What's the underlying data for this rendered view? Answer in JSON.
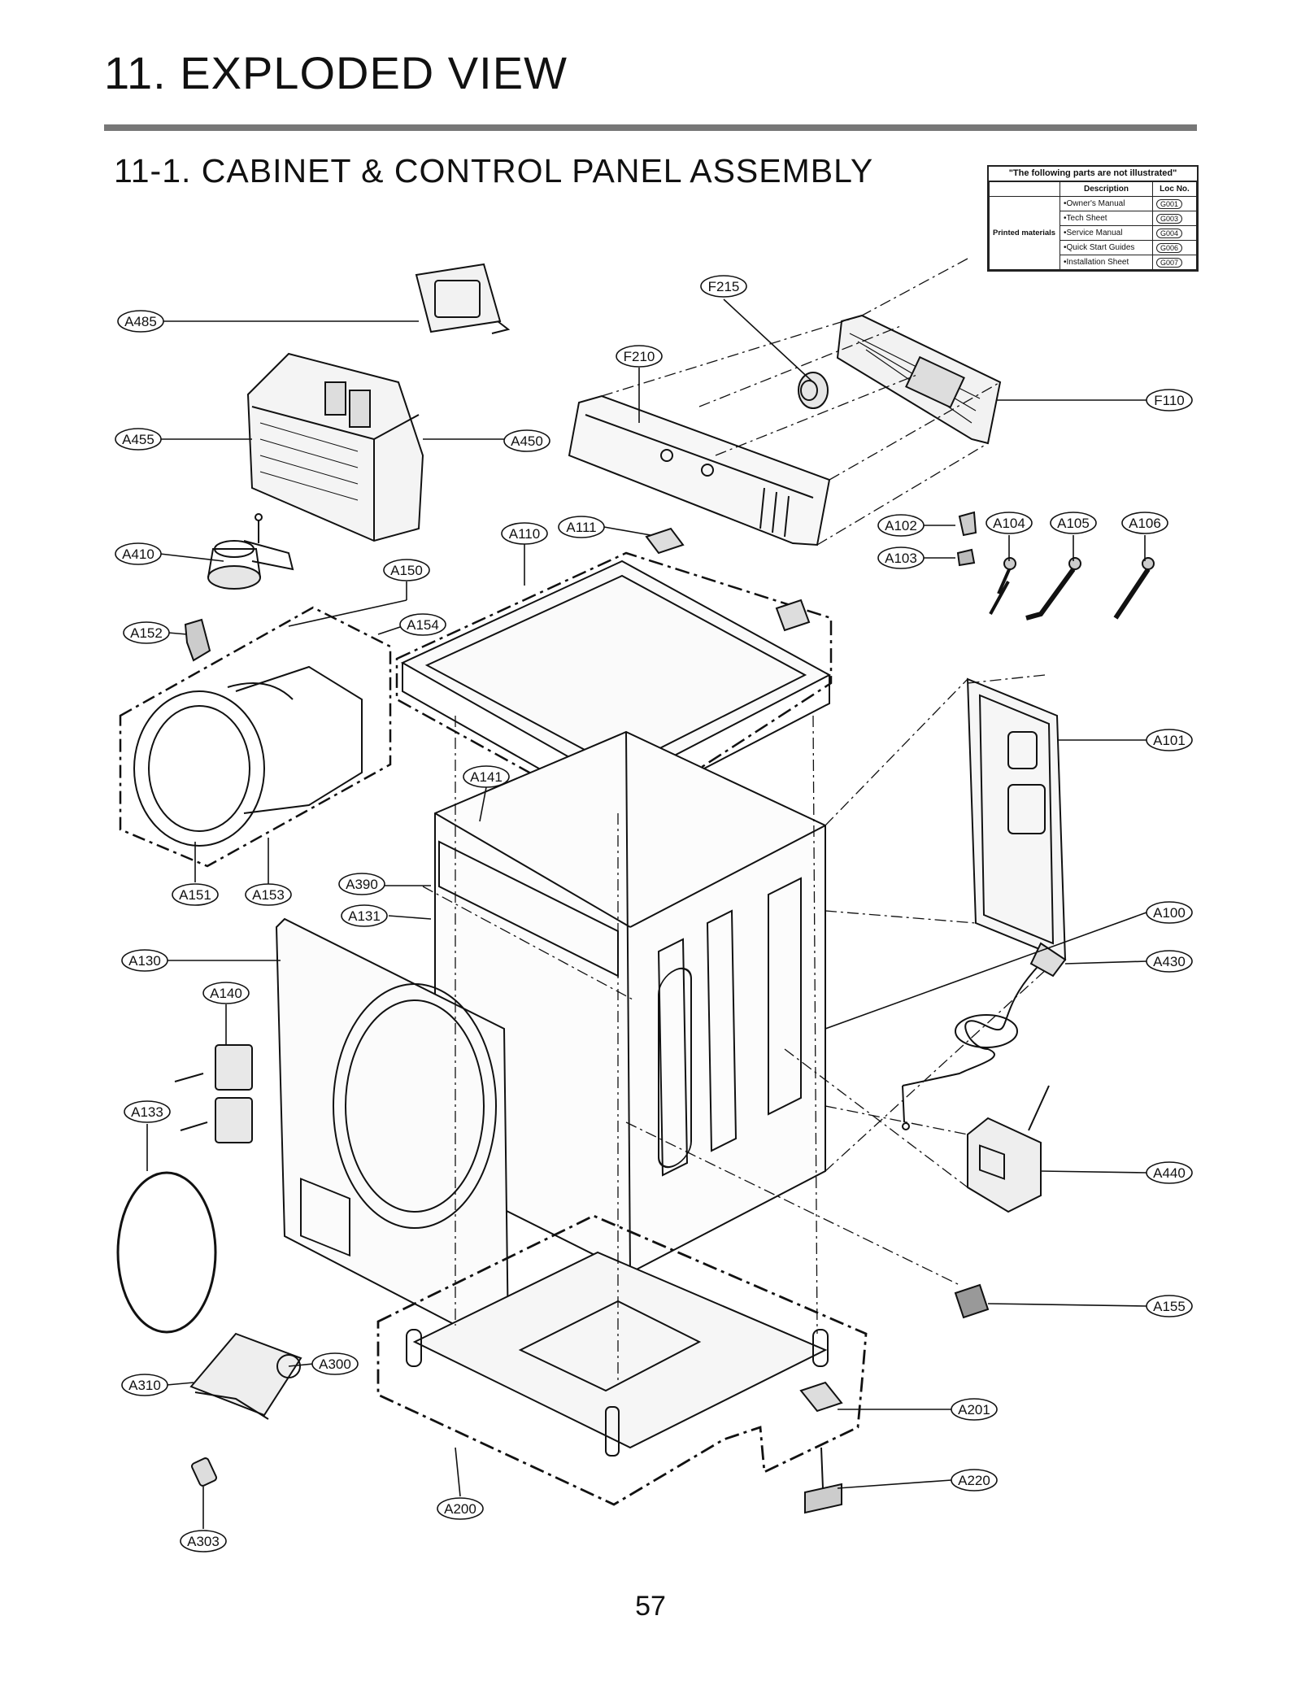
{
  "header": {
    "title": "11. EXPLODED VIEW",
    "subtitle": "11-1. CABINET & CONTROL PANEL ASSEMBLY"
  },
  "notes_table": {
    "heading": "\"The following parts are not illustrated\"",
    "col_description": "Description",
    "col_loc": "Loc No.",
    "category": "Printed materials",
    "rows": [
      {
        "description": "•Owner's Manual",
        "loc": "G001"
      },
      {
        "description": "•Tech Sheet",
        "loc": "G003"
      },
      {
        "description": "•Service Manual",
        "loc": "G004"
      },
      {
        "description": "•Quick Start Guides",
        "loc": "G006"
      },
      {
        "description": "•Installation Sheet",
        "loc": "G007"
      }
    ]
  },
  "callouts": {
    "F215": "F215",
    "F210": "F210",
    "F110": "F110",
    "A485": "A485",
    "A455": "A455",
    "A450": "A450",
    "A410": "A410",
    "A110": "A110",
    "A111": "A111",
    "A102": "A102",
    "A103": "A103",
    "A104": "A104",
    "A105": "A105",
    "A106": "A106",
    "A150": "A150",
    "A152": "A152",
    "A154": "A154",
    "A101": "A101",
    "A141": "A141",
    "A151": "A151",
    "A153": "A153",
    "A390": "A390",
    "A131": "A131",
    "A100": "A100",
    "A130": "A130",
    "A430": "A430",
    "A140": "A140",
    "A133": "A133",
    "A440": "A440",
    "A155": "A155",
    "A300": "A300",
    "A310": "A310",
    "A201": "A201",
    "A220": "A220",
    "A200": "A200",
    "A303": "A303"
  },
  "page_number": "57"
}
